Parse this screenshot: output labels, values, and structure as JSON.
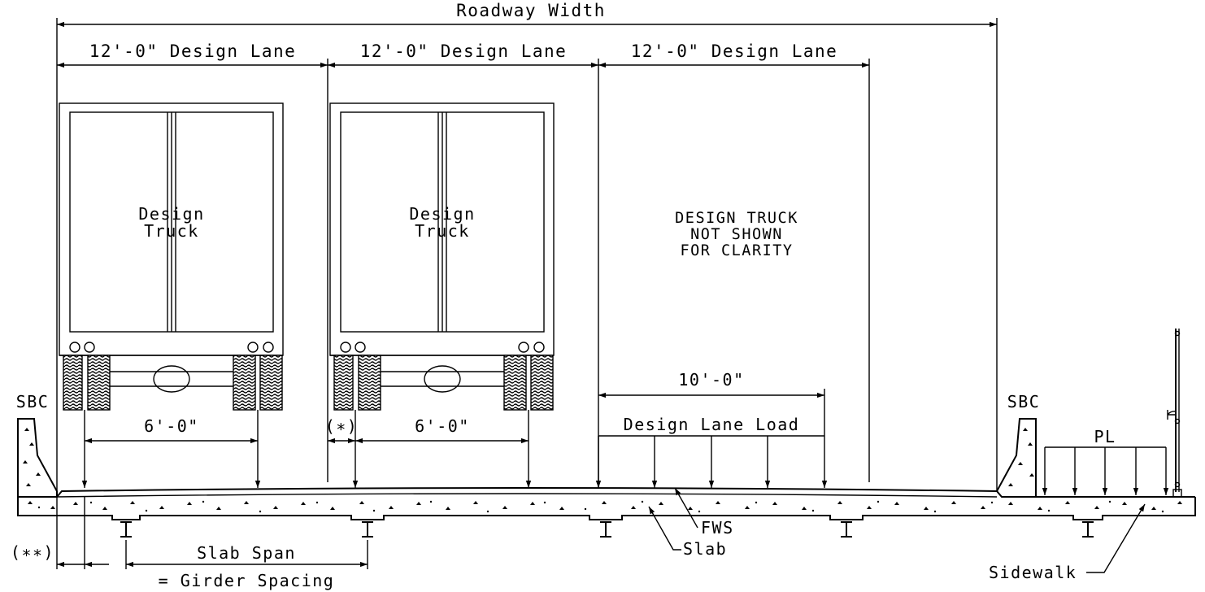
{
  "labels": {
    "roadway_width": "Roadway Width",
    "lane_left": "12'-0\" Design Lane",
    "lane_mid": "12'-0\" Design Lane",
    "lane_right": "12'-0\" Design Lane",
    "truck1_line1": "Design",
    "truck1_line2": "Truck",
    "truck2_line1": "Design",
    "truck2_line2": "Truck",
    "note_line1": "DESIGN TRUCK",
    "note_line2": "NOT SHOWN",
    "note_line3": "FOR CLARITY",
    "sbc_left": "SBC",
    "sbc_right": "SBC",
    "axle1": "6'-0\"",
    "axle2": "6'-0\"",
    "star": "(∗)",
    "lane_load_width": "10'-0\"",
    "lane_load": "Design Lane Load",
    "pl": "PL",
    "fws": "FWS",
    "slab": "Slab",
    "sidewalk": "Sidewalk",
    "double_star": "(∗∗)",
    "slab_span": "Slab Span",
    "girder_spacing": "= Girder Spacing"
  }
}
